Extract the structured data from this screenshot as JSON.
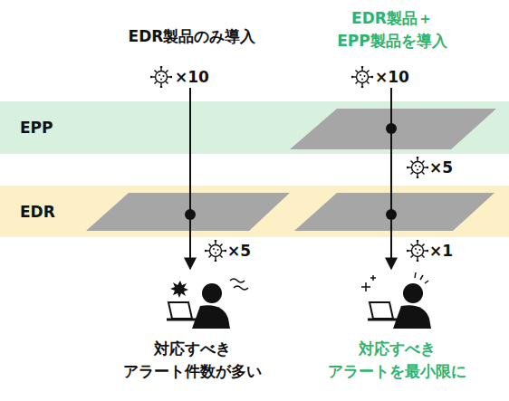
{
  "diagram": {
    "nodes": [
      {
        "text": [
          "EPP"
        ]
      },
      {
        "text": [
          "EDR"
        ]
      }
    ],
    "labels": [
      "EDR製品のみ導入",
      "EDR製品＋ EPP製品を導入",
      "×10",
      "×10",
      "×5",
      "×5",
      "×1",
      "対応すべき アラート件数が多い",
      "対応すべき アラートを最小限に"
    ]
  }
}
